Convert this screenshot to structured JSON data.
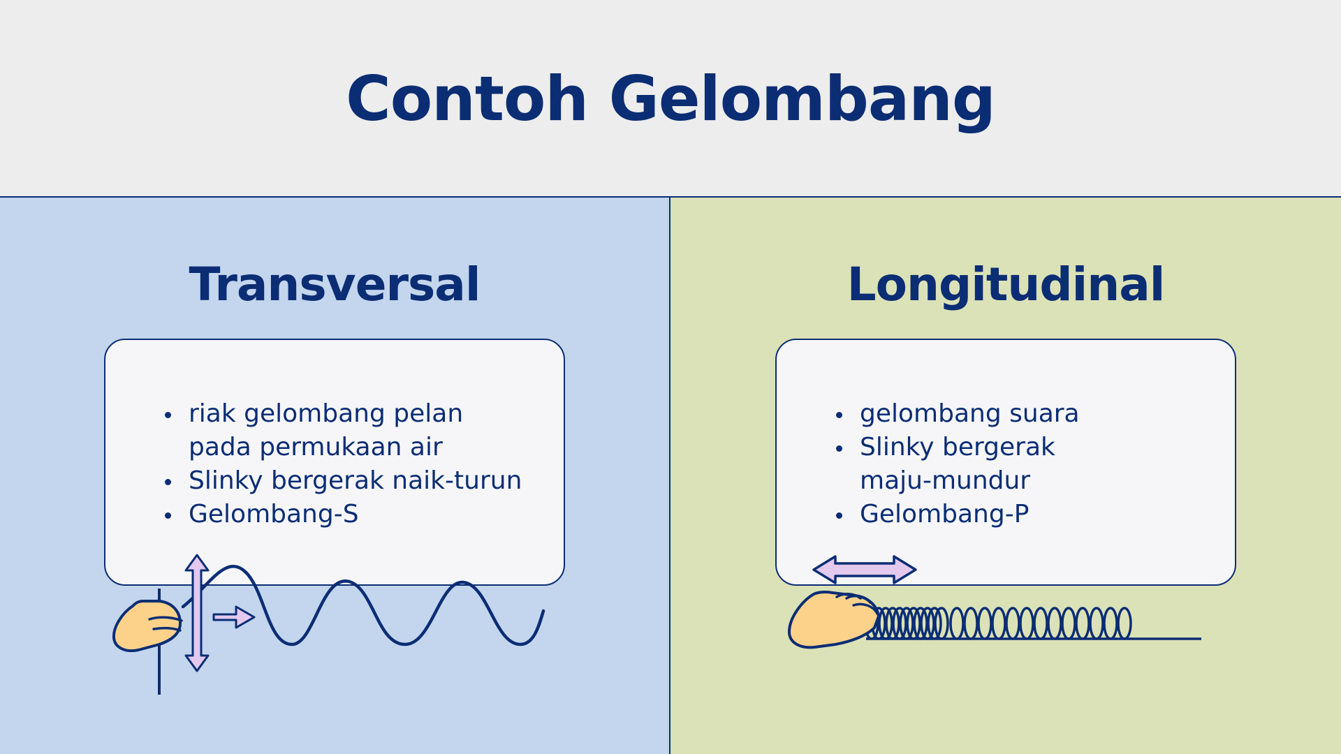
{
  "title": "Contoh Gelombang",
  "left": {
    "heading": "Transversal",
    "items": [
      {
        "line1": "riak gelombang pelan",
        "line2": "pada permukaan air"
      },
      {
        "line1": "Slinky bergerak naik-turun",
        "line2": ""
      },
      {
        "line1": "Gelombang-S",
        "line2": ""
      }
    ],
    "icons": [
      "hand-icon",
      "vertical-double-arrow-icon",
      "right-arrow-icon",
      "sine-wave-icon"
    ]
  },
  "right": {
    "heading": "Longitudinal",
    "items": [
      {
        "line1": "gelombang suara",
        "line2": ""
      },
      {
        "line1": "Slinky bergerak",
        "line2": "maju-mundur"
      },
      {
        "line1": "Gelombang-P",
        "line2": ""
      }
    ],
    "icons": [
      "hand-icon",
      "horizontal-double-arrow-icon",
      "slinky-coil-icon"
    ]
  },
  "colors": {
    "navy": "#0b2d74",
    "header_bg": "#ededed",
    "left_bg": "#c3d6ee",
    "right_bg": "#dce2b7",
    "card_bg": "#f6f6f9",
    "arrow_fill": "#e3c9ee",
    "hand_fill": "#fcd28a"
  }
}
